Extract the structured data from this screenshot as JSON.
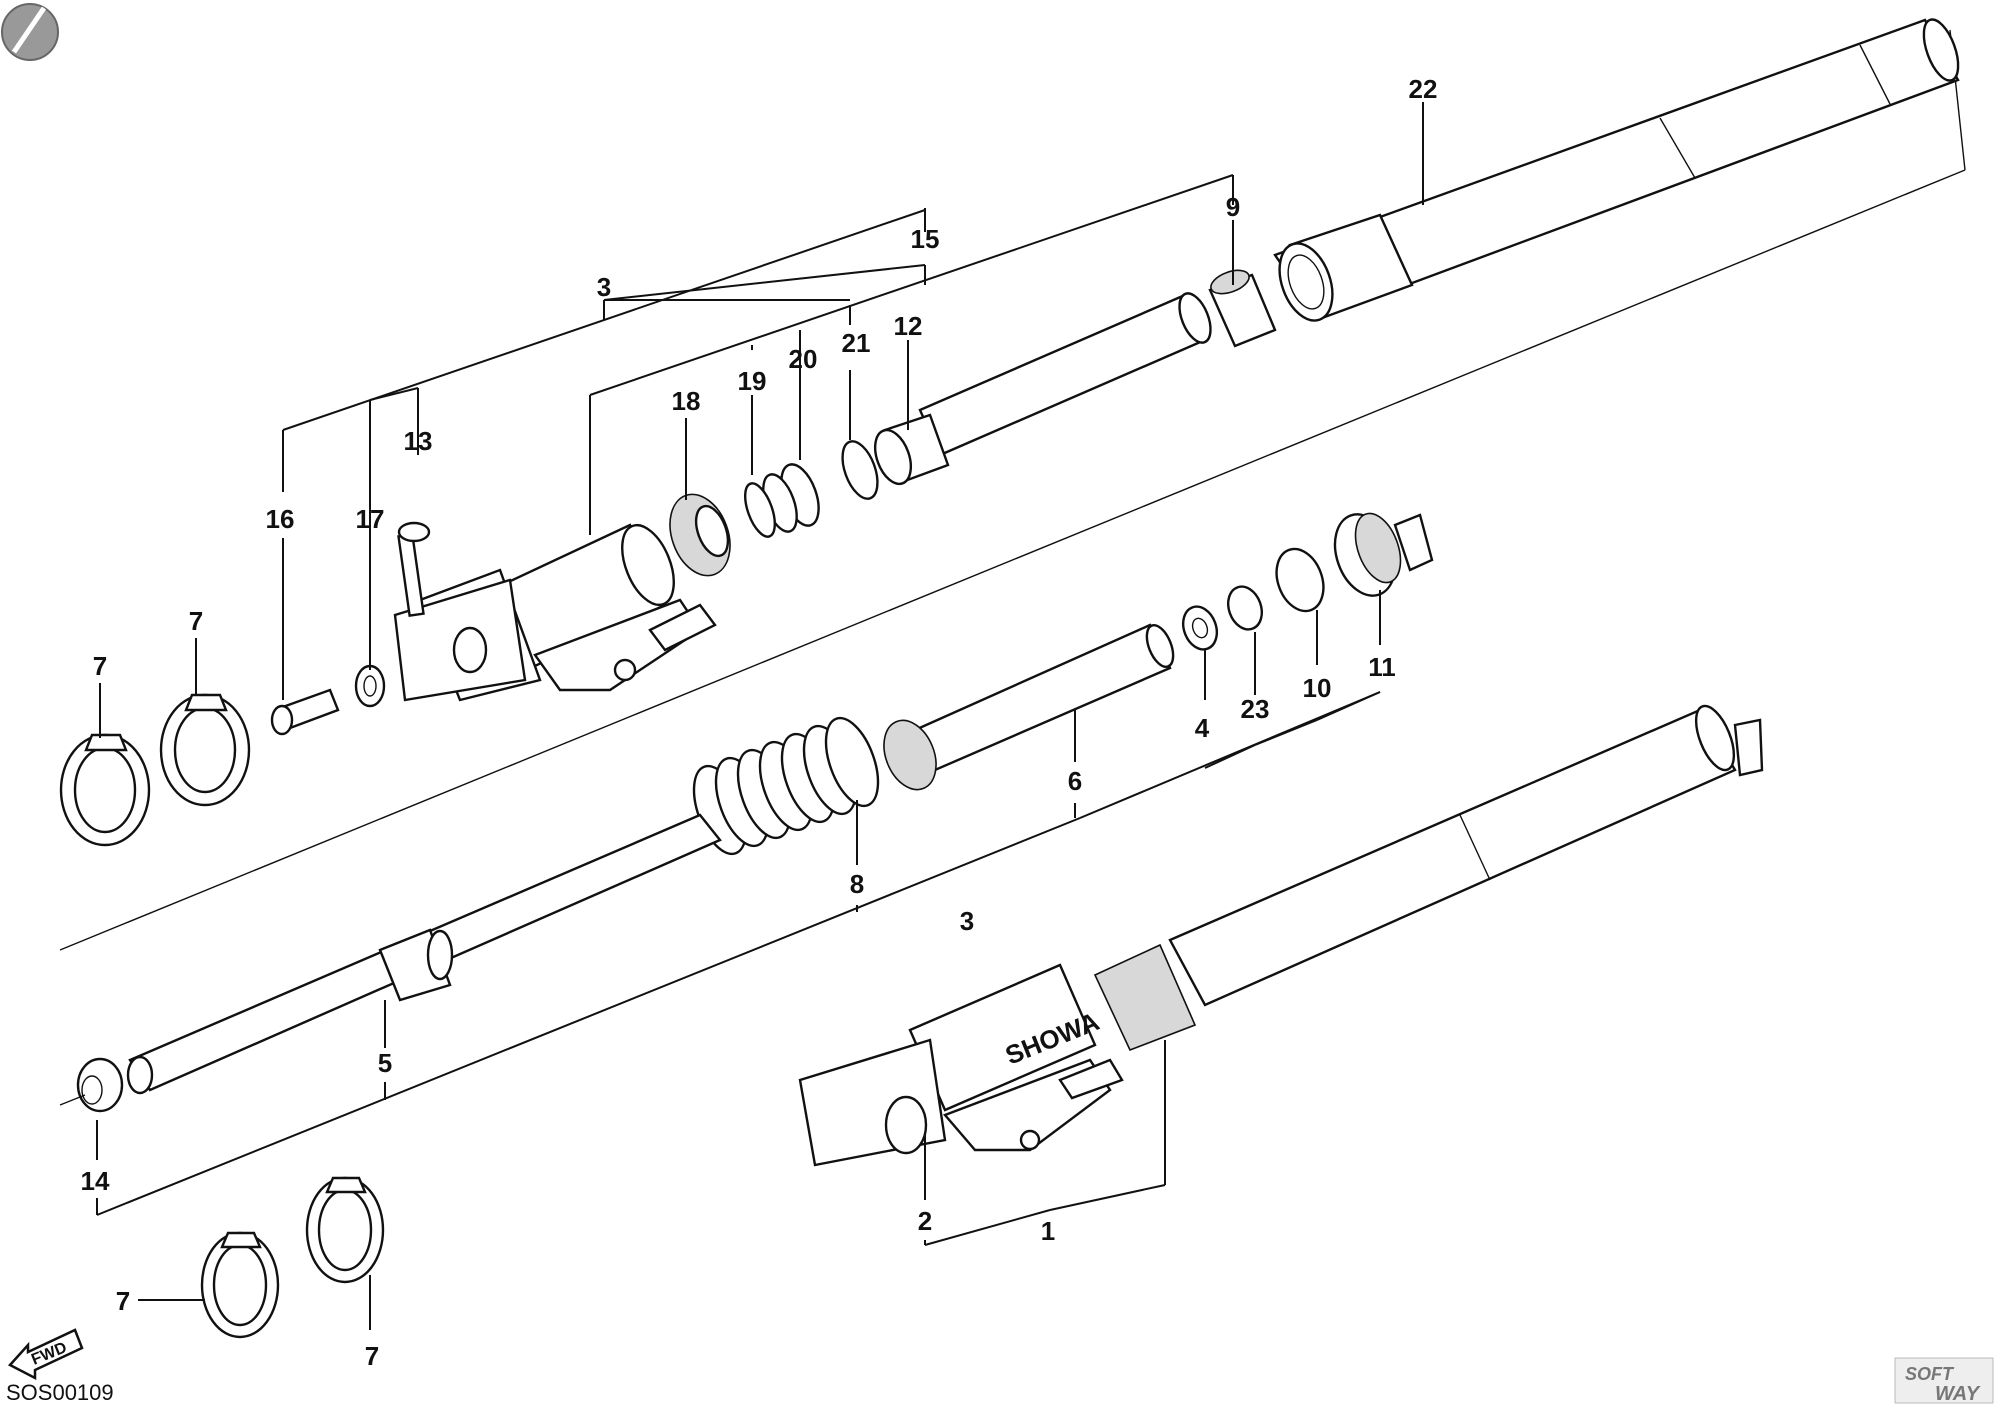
{
  "diagram_code": "SOS00109",
  "fwd_label": "FWD",
  "brand_marking": "SHOWA",
  "watermark": {
    "line1": "SOFT",
    "line2": "WAY"
  },
  "callouts": {
    "c1": "1",
    "c2": "2",
    "c3a": "3",
    "c3b": "3",
    "c4": "4",
    "c5": "5",
    "c6": "6",
    "c7a": "7",
    "c7b": "7",
    "c7c": "7",
    "c7d": "7",
    "c8": "8",
    "c9": "9",
    "c10": "10",
    "c11": "11",
    "c12": "12",
    "c13": "13",
    "c14": "14",
    "c15": "15",
    "c16": "16",
    "c17": "17",
    "c18": "18",
    "c19": "19",
    "c20": "20",
    "c21": "21",
    "c22": "22",
    "c23": "23"
  }
}
